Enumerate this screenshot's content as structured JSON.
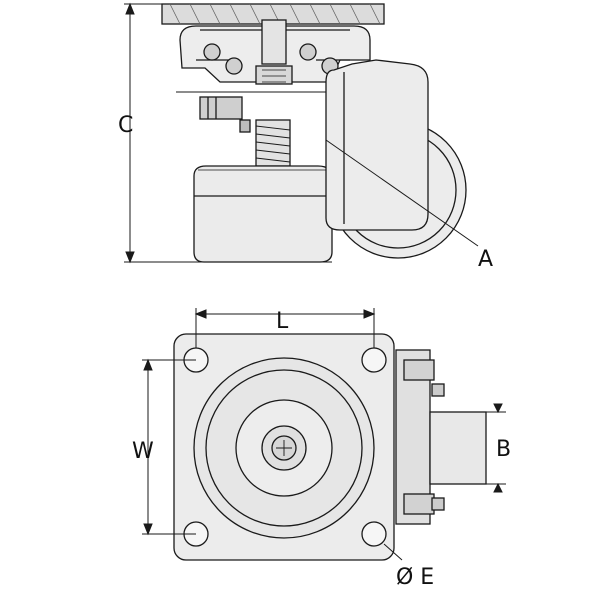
{
  "labels": {
    "C": "C",
    "A": "A",
    "L": "L",
    "W": "W",
    "B": "B",
    "E": "Ø E"
  },
  "colors": {
    "line": "#1a1a1a",
    "metal_light": "#ececec",
    "metal_mid": "#d6d6d6",
    "metal_dark": "#9a9a9a",
    "background": "#ffffff"
  }
}
